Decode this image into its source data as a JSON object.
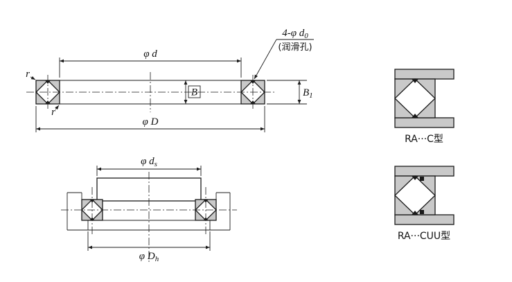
{
  "colors": {
    "background": "#ffffff",
    "line": "#1a1a1a",
    "section_fill": "#c9c9c9"
  },
  "main_view": {
    "dim_bore": "φ d",
    "dim_outside": "φ D",
    "dim_width": "B",
    "dim_width1_main": "B",
    "dim_width1_sub": "1",
    "radius_top": "r",
    "radius_bottom": "r",
    "lube_holes_main": "4-φ d",
    "lube_holes_sub": "0",
    "lube_holes_note": "(润滑孔)"
  },
  "mounting_view": {
    "dim_shaft_main": "φ d",
    "dim_shaft_sub": "s",
    "dim_housing_main": "φ D",
    "dim_housing_sub": "h"
  },
  "type_labels": {
    "c_type": "RA···C型",
    "cuu_type": "RA···CUU型"
  }
}
